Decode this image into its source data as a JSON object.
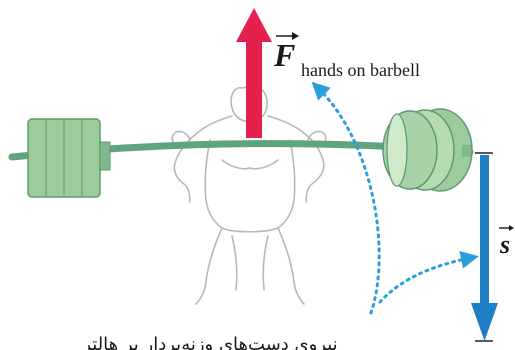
{
  "force_label": {
    "symbol": "F",
    "subscript": "hands on barbell"
  },
  "displacement_label": {
    "symbol": "s"
  },
  "caption": "نیروی دست‌های وزنه‌بردار بر هالتر",
  "colors": {
    "force_arrow": "#e4204f",
    "displacement_arrow": "#1f7fc4",
    "dotted_pointer": "#2a9fd8",
    "bar": "#5fa37f",
    "plates": "#9ccc9c",
    "figure_outline": "#b8b8b8"
  }
}
